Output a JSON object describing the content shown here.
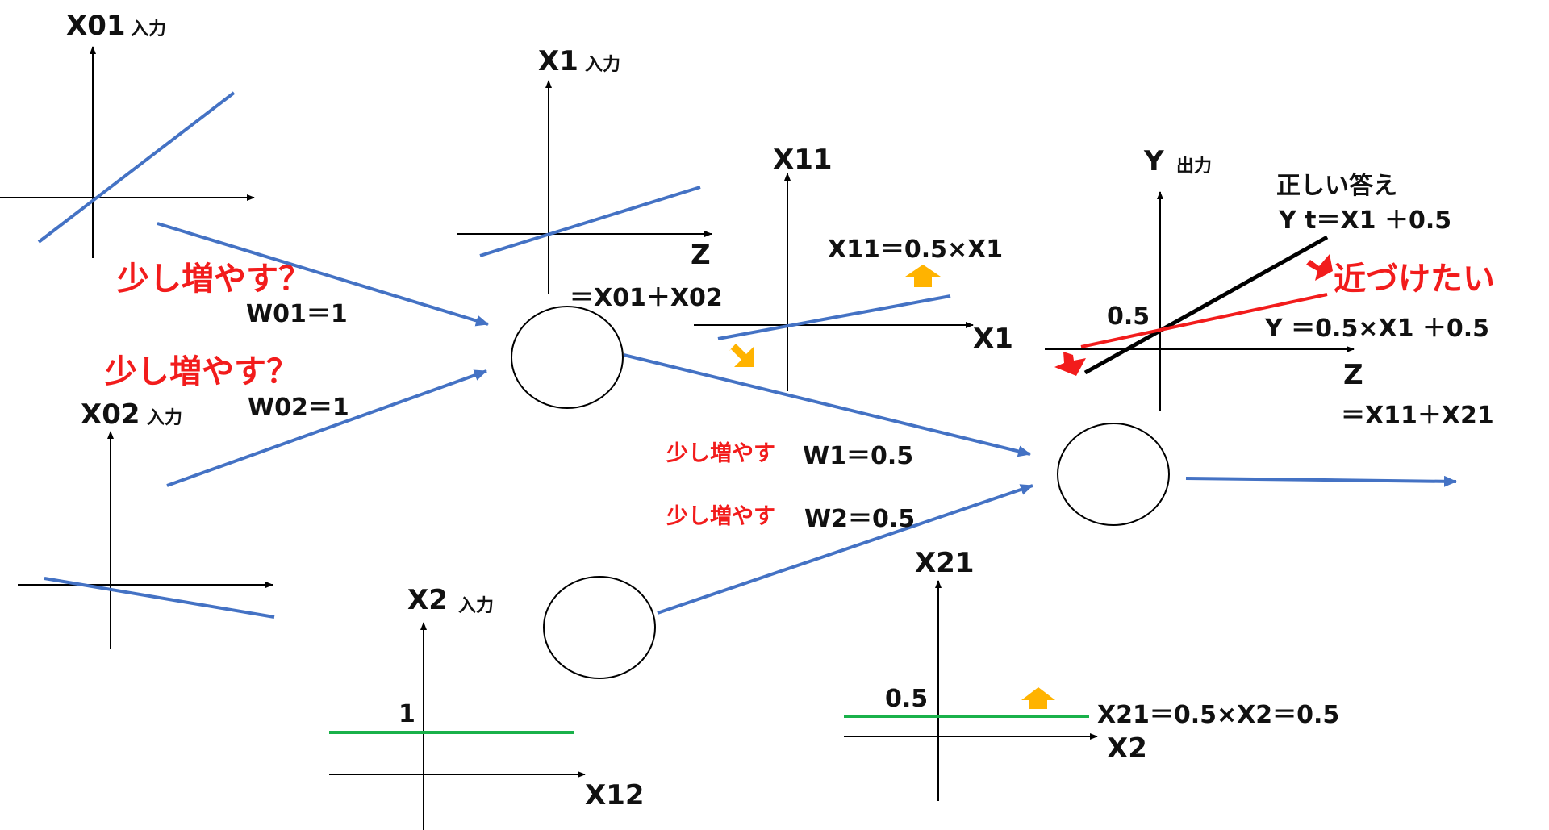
{
  "colors": {
    "blue": "#4472c4",
    "green": "#19b14a",
    "red": "#f21c1c",
    "black": "#000000",
    "orange": "#ffb300"
  },
  "input_panels": {
    "x01": {
      "axis_label": "X01",
      "tag": "入力"
    },
    "x02": {
      "axis_label": "X02",
      "tag": "入力"
    },
    "x1": {
      "axis_label": "X1",
      "tag": "入力",
      "x_axis_label": "Z",
      "equation": "＝X01＋X02"
    },
    "x2": {
      "axis_label": "X2",
      "tag": "入力",
      "x_axis_label": "X12",
      "value_tick": "1"
    }
  },
  "weights": {
    "w01": "W01＝1",
    "w02": "W02＝1",
    "question_1": "少し増やす？",
    "question_2": "少し増やす？",
    "w1_prefix": "少し増やす",
    "w1": "W1＝0.5",
    "w2_prefix": "少し増やす",
    "w2": "W2＝0.5"
  },
  "hidden_panels": {
    "x11": {
      "axis_label": "X11",
      "x_axis_label": "X1",
      "equation": "X11＝0.5×X1"
    },
    "x21": {
      "axis_label": "X21",
      "x_axis_label": "X2",
      "value_tick": "0.5",
      "equation": "X21＝0.5×X2＝0.5"
    }
  },
  "output_panel": {
    "axis_label": "Y",
    "tag": "出力",
    "x_axis_label": "Z",
    "z_equation": "＝X11＋X21",
    "intercept": "0.5",
    "correct_title": "正しい答え",
    "correct_equation": "Y t＝X1 ＋0.5",
    "current_equation": "Y ＝0.5×X1 ＋0.5",
    "goal": "近づけたい"
  }
}
